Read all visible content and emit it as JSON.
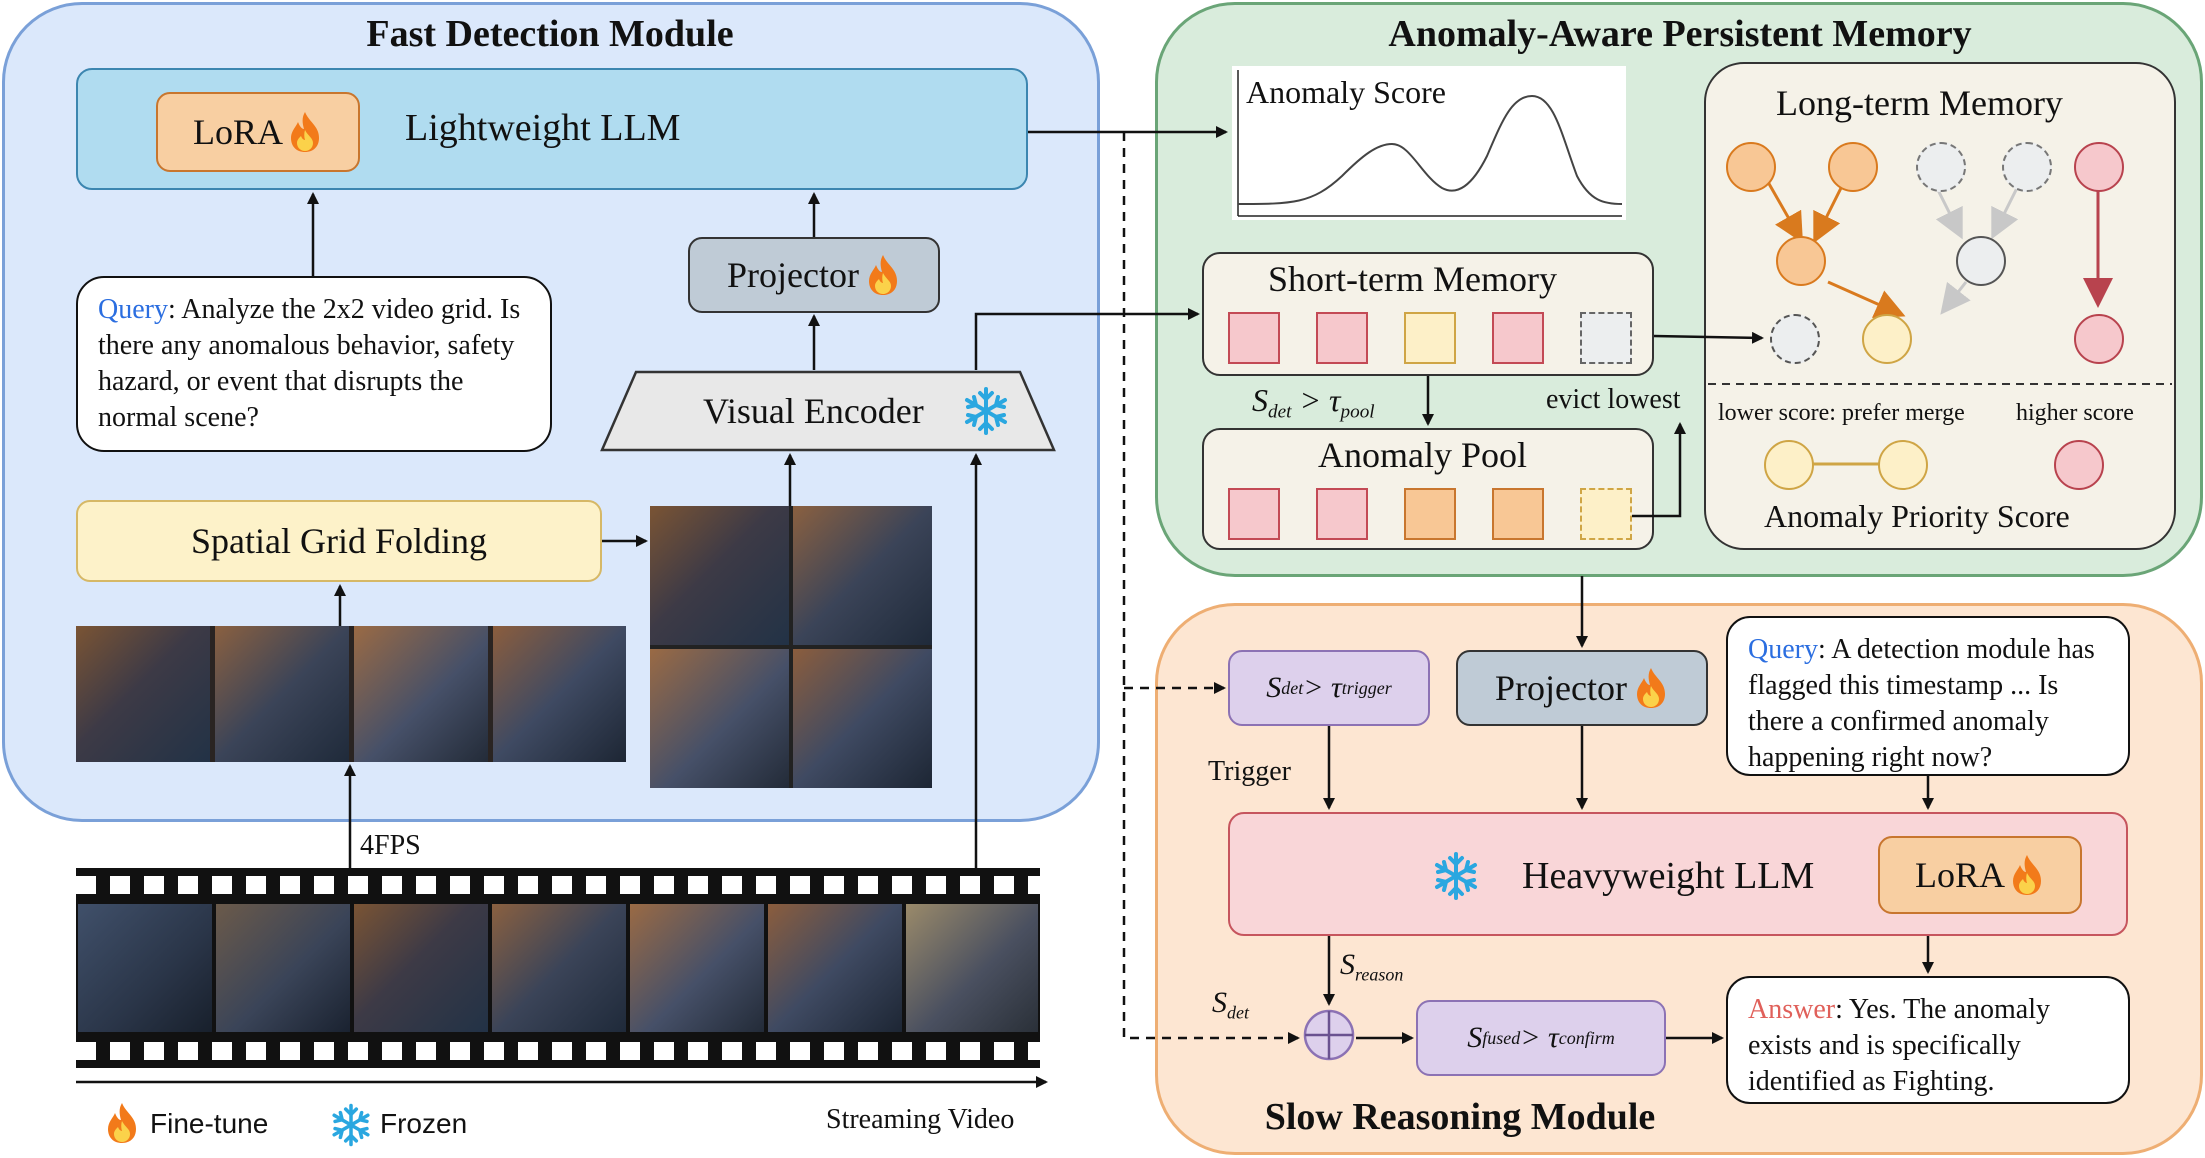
{
  "fast": {
    "title": "Fast Detection Module",
    "lora": "LoRA",
    "llm": "Lightweight LLM",
    "query_label": "Query",
    "query_text": ": Analyze the 2x2 video grid. Is there any anomalous behavior, safety hazard, or event that disrupts the normal scene?",
    "projector": "Projector",
    "visual_encoder": "Visual Encoder",
    "grid_folding": "Spatial Grid Folding",
    "fps": "4FPS"
  },
  "memory": {
    "title": "Anomaly-Aware Persistent Memory",
    "score_label": "Anomaly Score",
    "short_term": "Short-term Memory",
    "anomaly_pool": "Anomaly Pool",
    "long_term": "Long-term Memory",
    "evict": "evict lowest",
    "lower_score": "lower score: prefer merge",
    "higher_score": "higher score",
    "priority": "Anomaly Priority Score",
    "pool_condition": {
      "s": "S",
      "sub": "det",
      "op": " > τ",
      "tau_sub": "pool"
    }
  },
  "slow": {
    "title": "Slow Reasoning Module",
    "trigger_condition": {
      "s": "S",
      "sub": "det",
      "op": " > τ",
      "tau_sub": "trigger"
    },
    "trigger": "Trigger",
    "projector": "Projector",
    "query_label": "Query",
    "query_text": ": A detection module has flagged this timestamp ... Is there a confirmed anomaly happening right now?",
    "llm": "Heavyweight LLM",
    "lora": "LoRA",
    "s_reason": {
      "s": "S",
      "sub": "reason"
    },
    "s_det": {
      "s": "S",
      "sub": "det"
    },
    "fused_condition": {
      "s": "S",
      "sub": "fused",
      "op": " > τ",
      "tau_sub": "confirm"
    },
    "answer_label": "Answer",
    "answer_text": ": Yes. The anomaly exists and is specifically identified as Fighting."
  },
  "legend": {
    "finetune": "Fine-tune",
    "frozen": "Frozen",
    "streaming": "Streaming Video"
  },
  "icons": [
    "flame-icon",
    "snowflake-icon"
  ],
  "colors": {
    "fast_bg": "#dbe8fb",
    "fast_border": "#7aa0d8",
    "memory_bg": "#d9ecdc",
    "memory_border": "#6aa577",
    "slow_bg": "#fde6d2",
    "slow_border": "#eeae73",
    "llm_light": "#b0dcf0",
    "llm_heavy": "#f9d6d8",
    "lora": "#f8cfa2",
    "projector": "#bfcbd6",
    "yellow": "#fdf2c9",
    "purple": "#ddd0ec"
  }
}
